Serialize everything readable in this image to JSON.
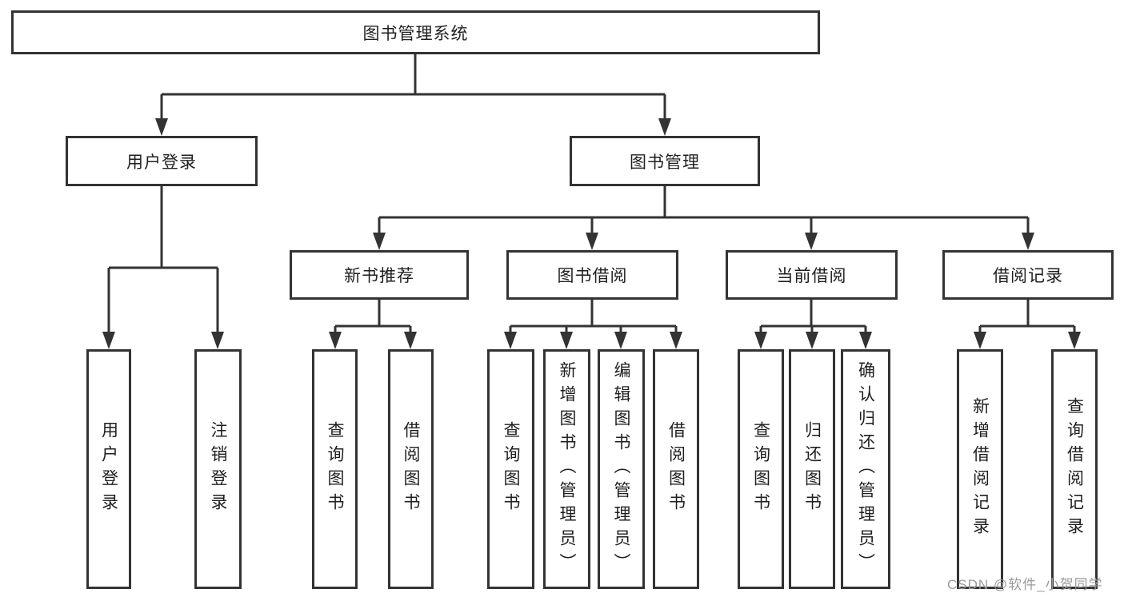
{
  "diagram": {
    "root": {
      "label": "图书管理系统"
    },
    "branches": [
      {
        "label": "用户登录",
        "children": [
          {
            "label": "用户登录"
          },
          {
            "label": "注销登录"
          }
        ]
      },
      {
        "label": "图书管理",
        "children": [
          {
            "label": "新书推荐",
            "children": [
              {
                "label": "查询图书"
              },
              {
                "label": "借阅图书"
              }
            ]
          },
          {
            "label": "图书借阅",
            "children": [
              {
                "label": "查询图书"
              },
              {
                "label": "新增图书（管理员）"
              },
              {
                "label": "编辑图书（管理员）"
              },
              {
                "label": "借阅图书"
              }
            ]
          },
          {
            "label": "当前借阅",
            "children": [
              {
                "label": "查询图书"
              },
              {
                "label": "归还图书"
              },
              {
                "label": "确认归还（管理员）"
              }
            ]
          },
          {
            "label": "借阅记录",
            "children": [
              {
                "label": "新增借阅记录"
              },
              {
                "label": "查询借阅记录"
              }
            ]
          }
        ]
      }
    ]
  },
  "watermark": {
    "text": "CSDN @软件_小贺同学"
  },
  "colors": {
    "line": "#333333",
    "box_background": "#ffffff",
    "text": "#1f1f1f",
    "watermark": "#9b9b9b",
    "page_background": "#ffffff"
  }
}
